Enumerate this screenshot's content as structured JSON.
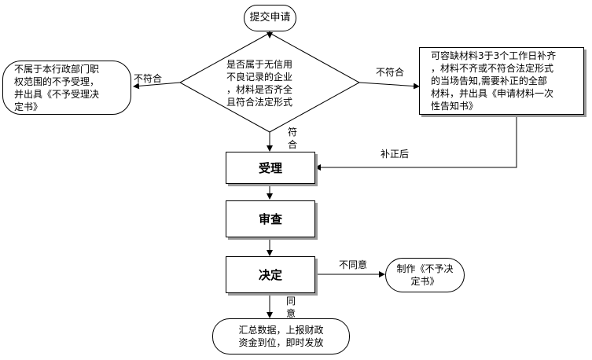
{
  "nodes": {
    "start": "提交申请",
    "decision": "是否属于无信用\n不良记录的企业\n，材料是否齐全\n且符合法定形式",
    "reject_left": "不属于本行政部门职\n权范围的不予受理，\n并出具《不予受理决\n定书》",
    "supplement_right": "可容缺材料3于3个工作日补齐\n，材料不齐或不符合法定形式\n的当场告知,需要补正的全部\n材料，并出具《申请材料一次\n性告知书》",
    "accept": "受理",
    "review": "审查",
    "decide": "决定",
    "reject_decision": "制作《不予决\n定书》",
    "final": "汇总数据，上报财政\n资金到位，即时发放"
  },
  "edges": {
    "not_meet_left": "不符合",
    "not_meet_right": "不符合",
    "meet": "符\n合",
    "after_supplement": "补正后",
    "disagree": "不同意",
    "agree": "同\n意"
  }
}
